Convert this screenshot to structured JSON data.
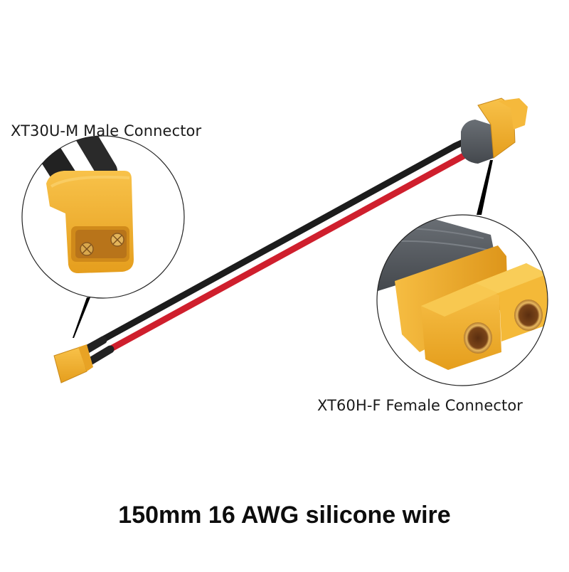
{
  "product": {
    "caption": "150mm 16 AWG silicone wire",
    "callouts": [
      {
        "label": "XT30U-M Male Connector",
        "side": "left"
      },
      {
        "label": "XT60H-F Female Connector",
        "side": "right"
      }
    ],
    "wire": {
      "colors": [
        "#1c1c1c",
        "#d0202e"
      ]
    },
    "connector_color": "#f2b233",
    "boot_color": "#555a60",
    "background": "#ffffff"
  }
}
